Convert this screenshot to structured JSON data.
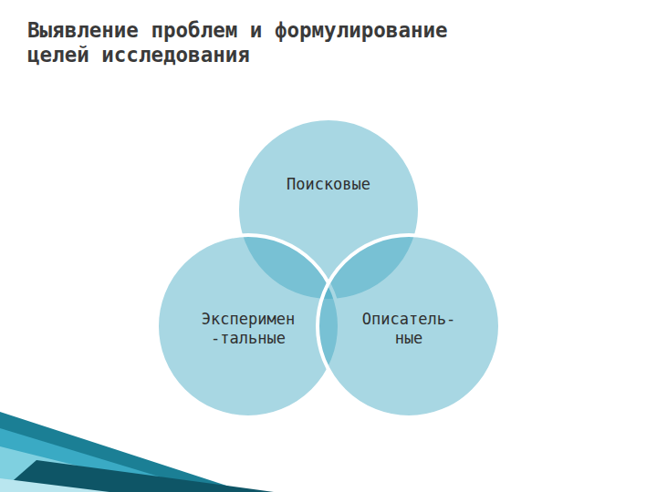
{
  "diagram": {
    "title": "Выявление проблем и формулирование целей исследования",
    "nodes": [
      {
        "text": [
          "Поисковые"
        ]
      },
      {
        "text": [
          "Эксперимен -тальные"
        ]
      },
      {
        "text": [
          "Описатель- ные"
        ]
      }
    ]
  }
}
